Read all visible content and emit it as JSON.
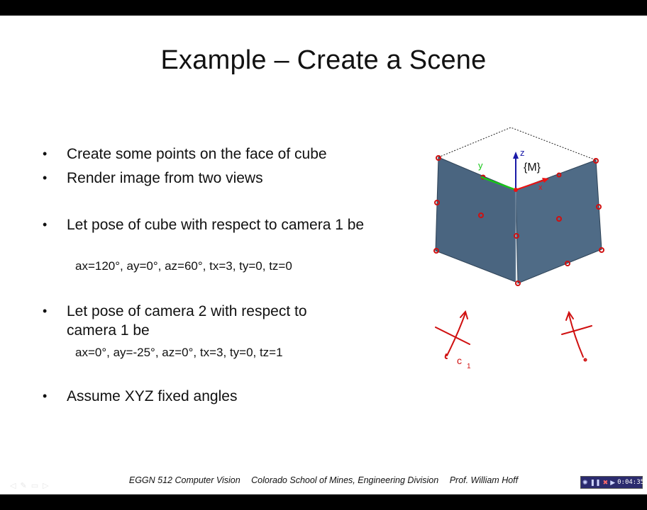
{
  "slide": {
    "title": "Example – Create a Scene",
    "bullets": [
      {
        "text": "Create some points on the face of cube"
      },
      {
        "text": "Render image from two views"
      },
      {
        "text": "Let pose of cube with respect to camera 1 be",
        "sub": "ax=120°, ay=0°, az=60°, tx=3, ty=0, tz=0"
      },
      {
        "text": "Let pose of camera 2 with respect to camera 1 be",
        "sub": "ax=0°, ay=-25°, az=0°, tx=3, ty=0, tz=1"
      },
      {
        "text": "Assume XYZ fixed angles"
      }
    ],
    "bullet_glyph": "•"
  },
  "figure": {
    "frame_label": "{M}",
    "axis_labels": {
      "x": "x",
      "y": "y",
      "z": "z"
    },
    "camera_label": "c",
    "camera_subscript": "1",
    "colors": {
      "face": "#4a6580",
      "face_edge": "#2e4256",
      "x_axis": "#e11",
      "y_axis": "#17c617",
      "z_axis": "#1a1aa8",
      "points": "#d01010"
    }
  },
  "footer": {
    "course": "EGGN 512  Computer Vision",
    "school": "Colorado School of Mines, Engineering Division",
    "author": "Prof. William Hoff"
  },
  "player": {
    "time": "0:04:35"
  }
}
